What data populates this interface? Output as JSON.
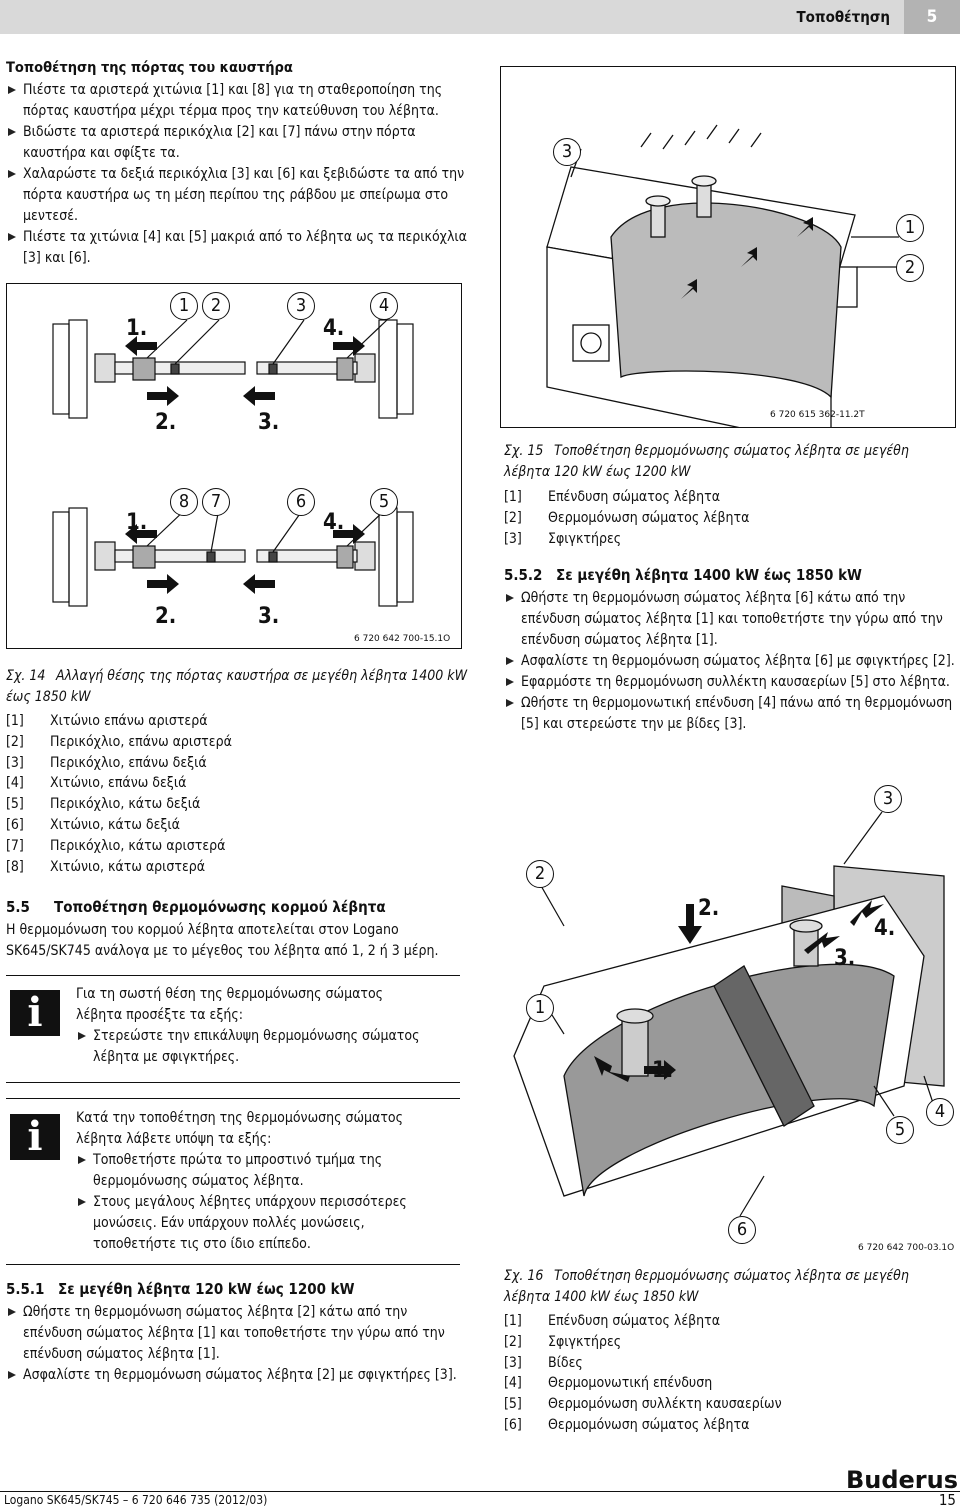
{
  "header": {
    "section_title": "Τοποθέτηση",
    "page_number": "5"
  },
  "left": {
    "door_title": "Τοποθέτηση της πόρτας του καυστήρα",
    "door_steps": [
      "Πιέστε τα αριστερά χιτώνια [1] και [8] για τη σταθεροποίηση της πόρτας καυστήρα μέχρι τέρμα προς την κατεύθυνση του λέβητα.",
      "Βιδώστε τα αριστερά περικόχλια [2] και [7] πάνω στην πόρτα καυστήρα και σφίξτε τα.",
      "Χαλαρώστε τα δεξιά περικόχλια [3] και [6] και ξεβιδώστε τα από την πόρτα καυστήρα ως τη μέση περίπου της ράβδου με σπείρωμα στο μεντεσέ.",
      "Πιέστε τα χιτώνια [4] και [5] μακριά από το λέβητα ως τα περικόχλια [3] και [6]."
    ],
    "fig14": {
      "code": "6 720 642 700-15.1O",
      "top_labels": [
        "1",
        "2",
        "3",
        "4"
      ],
      "bottom_labels": [
        "8",
        "7",
        "6",
        "5"
      ],
      "steps": [
        "1.",
        "2.",
        "3.",
        "4."
      ],
      "caption_num": "Σχ. 14",
      "caption_text": "Αλλαγή θέσης της πόρτας καυστήρα σε μεγέθη λέβητα 1400 kW έως 1850 kW",
      "legend": [
        {
          "k": "[1]",
          "v": "Χιτώνιο επάνω αριστερά"
        },
        {
          "k": "[2]",
          "v": "Περικόχλιο, επάνω αριστερά"
        },
        {
          "k": "[3]",
          "v": "Περικόχλιο, επάνω δεξιά"
        },
        {
          "k": "[4]",
          "v": "Χιτώνιο, επάνω δεξιά"
        },
        {
          "k": "[5]",
          "v": "Περικόχλιο, κάτω δεξιά"
        },
        {
          "k": "[6]",
          "v": "Χιτώνιο, κάτω δεξιά"
        },
        {
          "k": "[7]",
          "v": "Περικόχλιο, κάτω αριστερά"
        },
        {
          "k": "[8]",
          "v": "Χιτώνιο, κάτω αριστερά"
        }
      ]
    },
    "sec55_num": "5.5",
    "sec55_title": "Τοποθέτηση θερμομόνωσης κορμού λέβητα",
    "sec55_text": "Η θερμομόνωση του κορμού λέβητα αποτελείται στον Logano SK645/SK745 ανάλογα με το μέγεθος του λέβητα από 1, 2 ή 3 μέρη.",
    "info1_text": "Για τη σωστή θέση της θερμομόνωσης σώματος λέβητα προσέξτε τα εξής:",
    "info1_bullets": [
      "Στερεώστε την επικάλυψη θερμομόνωσης σώματος λέβητα με σφιγκτήρες."
    ],
    "info2_text": "Κατά την τοποθέτηση της θερμομόνωσης σώματος λέβητα λάβετε υπόψη τα εξής:",
    "info2_bullets": [
      "Τοποθετήστε πρώτα το μπροστινό τμήμα της θερμομόνωσης σώματος λέβητα.",
      "Στους μεγάλους λέβητες υπάρχουν περισσότερες μονώσεις. Εάν υπάρχουν πολλές μονώσεις, τοποθετήστε τις στο ίδιο επίπεδο."
    ],
    "sec551_num": "5.5.1",
    "sec551_title": "Σε μεγέθη λέβητα 120 kW έως 1200 kW",
    "sec551_steps": [
      "Ωθήστε τη θερμομόνωση σώματος λέβητα [2] κάτω από την επένδυση σώματος λέβητα [1] και τοποθετήστε την γύρω από την επένδυση σώματος λέβητα [1].",
      "Ασφαλίστε τη θερμομόνωση σώματος λέβητα [2] με σφιγκτήρες [3]."
    ]
  },
  "right": {
    "fig15": {
      "code": "6 720 615 362-11.2T",
      "labels": [
        "3",
        "1",
        "2"
      ],
      "caption_num": "Σχ. 15",
      "caption_text": "Τοποθέτηση θερμομόνωσης σώματος λέβητα σε μεγέθη λέβητα 120 kW έως 1200 kW",
      "legend": [
        {
          "k": "[1]",
          "v": "Επένδυση σώματος λέβητα"
        },
        {
          "k": "[2]",
          "v": "Θερμομόνωση σώματος λέβητα"
        },
        {
          "k": "[3]",
          "v": "Σφιγκτήρες"
        }
      ]
    },
    "sec552_num": "5.5.2",
    "sec552_title": "Σε μεγέθη λέβητα 1400 kW έως 1850 kW",
    "sec552_steps": [
      "Ωθήστε τη θερμομόνωση σώματος λέβητα [6] κάτω από την επένδυση σώματος λέβητα [1] και τοποθετήστε την γύρω από την επένδυση σώματος λέβητα [1].",
      "Ασφαλίστε τη θερμομόνωση σώματος λέβητα [6] με σφιγκτήρες [2].",
      "Εφαρμόστε τη θερμομόνωση συλλέκτη καυσαερίων [5] στο λέβητα.",
      "Ωθήστε τη θερμομονωτική επένδυση [4] πάνω από τη θερμομόνωση [5] και στερεώστε την με βίδες [3]."
    ],
    "fig16": {
      "code": "6 720 642 700-03.1O",
      "labels": [
        "3",
        "2",
        "1",
        "5",
        "4",
        "6"
      ],
      "steps": [
        "2.",
        "4.",
        "3.",
        "1."
      ],
      "caption_num": "Σχ. 16",
      "caption_text": "Τοποθέτηση θερμομόνωσης σώματος λέβητα σε μεγέθη λέβητα 1400 kW έως 1850 kW",
      "legend": [
        {
          "k": "[1]",
          "v": "Επένδυση σώματος λέβητα"
        },
        {
          "k": "[2]",
          "v": "Σφιγκτήρες"
        },
        {
          "k": "[3]",
          "v": "Βίδες"
        },
        {
          "k": "[4]",
          "v": "Θερμομονωτική επένδυση"
        },
        {
          "k": "[5]",
          "v": "Θερμομόνωση συλλέκτη καυσαερίων"
        },
        {
          "k": "[6]",
          "v": "Θερμομόνωση σώματος λέβητα"
        }
      ]
    }
  },
  "footer": {
    "doc": "Logano SK645/SK745 – 6 720 646 735 (2012/03)",
    "page": "15",
    "brand": "Buderus"
  }
}
